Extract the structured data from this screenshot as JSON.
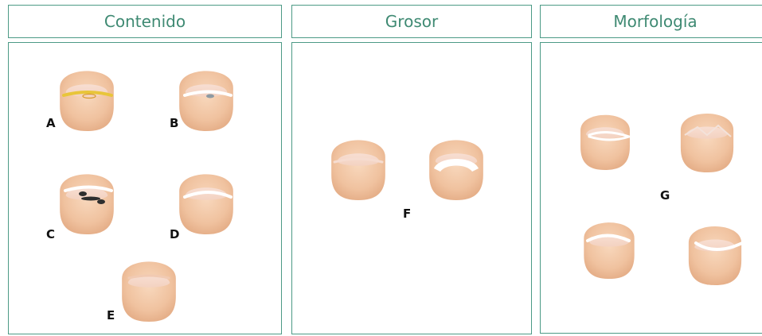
{
  "headers": {
    "content": "Contenido",
    "thickness": "Grosor",
    "morphology": "Morfología"
  },
  "labels": {
    "a": "A",
    "b": "B",
    "c": "C",
    "d": "D",
    "e": "E",
    "f": "F",
    "g": "G"
  },
  "colors": {
    "border": "#4c9a86",
    "header_text": "#3f8a73",
    "skin": "#f2c9a6",
    "nail_plate": "#f7ddd0",
    "yellow_deposit": "#e8c53a",
    "dark_deposit": "#2e2e2e"
  },
  "icons": [
    "finger-tip-icon"
  ]
}
